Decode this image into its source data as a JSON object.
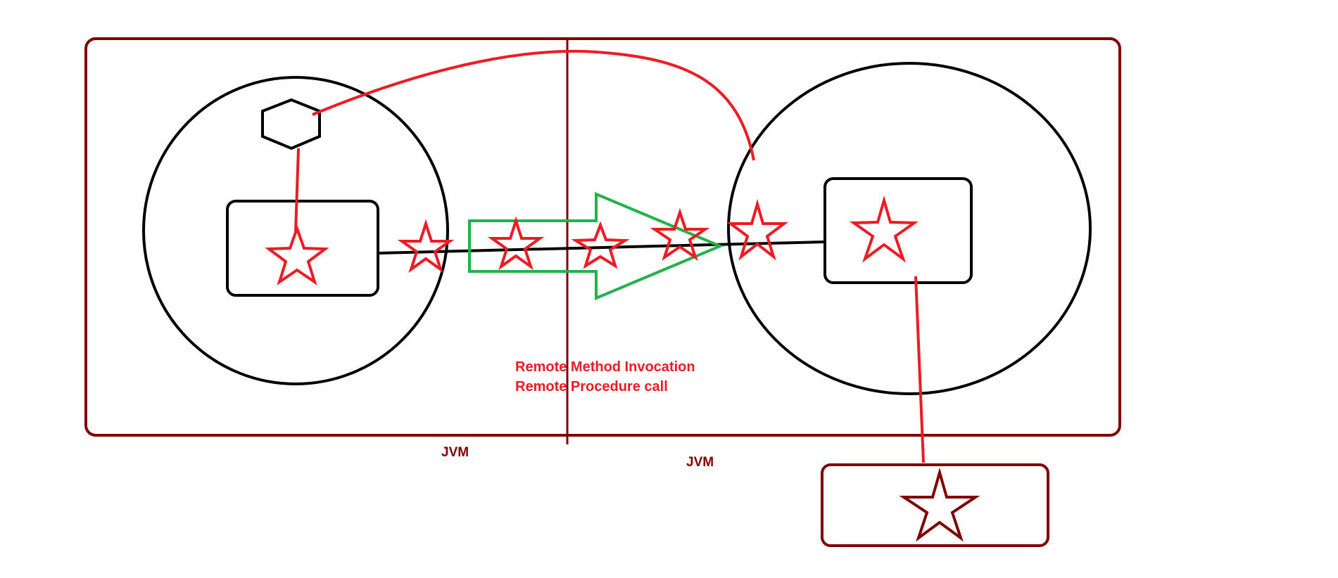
{
  "labels": {
    "rmi": "Remote Method Invocation",
    "rpc": "Remote Procedure call",
    "jvm_left": "JVM",
    "jvm_right": "JVM"
  },
  "colors": {
    "jvm": "#800000",
    "object": "#000000",
    "red": "#ed1c24",
    "arrow": "#22b14c",
    "background": "#ffffff"
  },
  "icons": [
    "hexagon-icon",
    "star-icon"
  ]
}
